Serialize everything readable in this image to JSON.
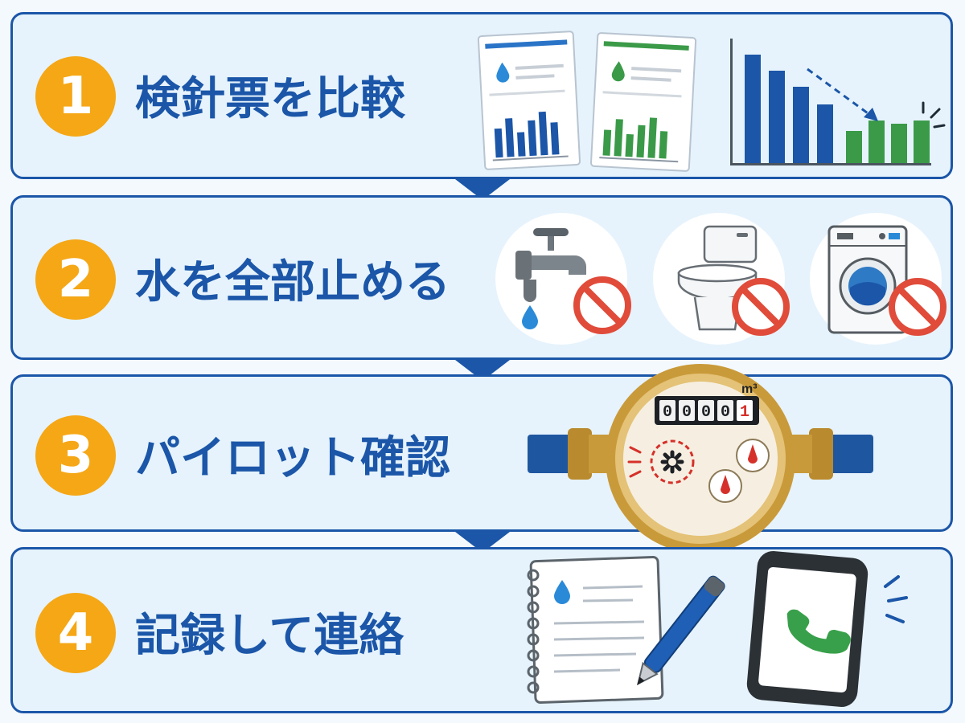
{
  "colors": {
    "primary": "#1b56a8",
    "badge": "#f5a716",
    "panel": "#e6f3fc",
    "green": "#3a9a48",
    "prohibit": "#e04b3a"
  },
  "steps": [
    {
      "number": "1",
      "title": "検針票を比較",
      "icons": [
        "meter-reading-slip-blue-icon",
        "meter-reading-slip-green-icon",
        "usage-decrease-bar-chart-icon"
      ]
    },
    {
      "number": "2",
      "title": "水を全部止める",
      "icons": [
        "faucet-prohibited-icon",
        "toilet-prohibited-icon",
        "washing-machine-prohibited-icon"
      ]
    },
    {
      "number": "3",
      "title": "パイロット確認",
      "icons": [
        "water-meter-icon"
      ],
      "meter": {
        "digits": [
          "0",
          "0",
          "0",
          "0",
          "1"
        ],
        "unit": "m³"
      }
    },
    {
      "number": "4",
      "title": "記録して連絡",
      "icons": [
        "notebook-pen-icon",
        "smartphone-call-icon"
      ]
    }
  ]
}
